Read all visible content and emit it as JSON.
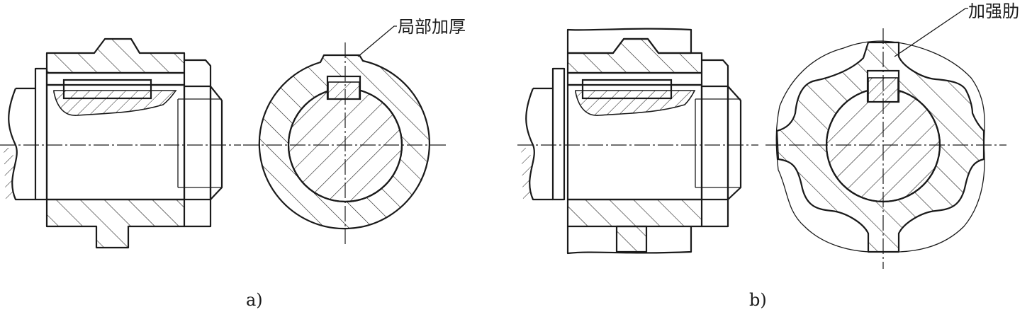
{
  "figures": [
    {
      "id": "a",
      "caption": "a)",
      "callout": "局部加厚"
    },
    {
      "id": "b",
      "caption": "b)",
      "callout": "加强肋"
    }
  ]
}
